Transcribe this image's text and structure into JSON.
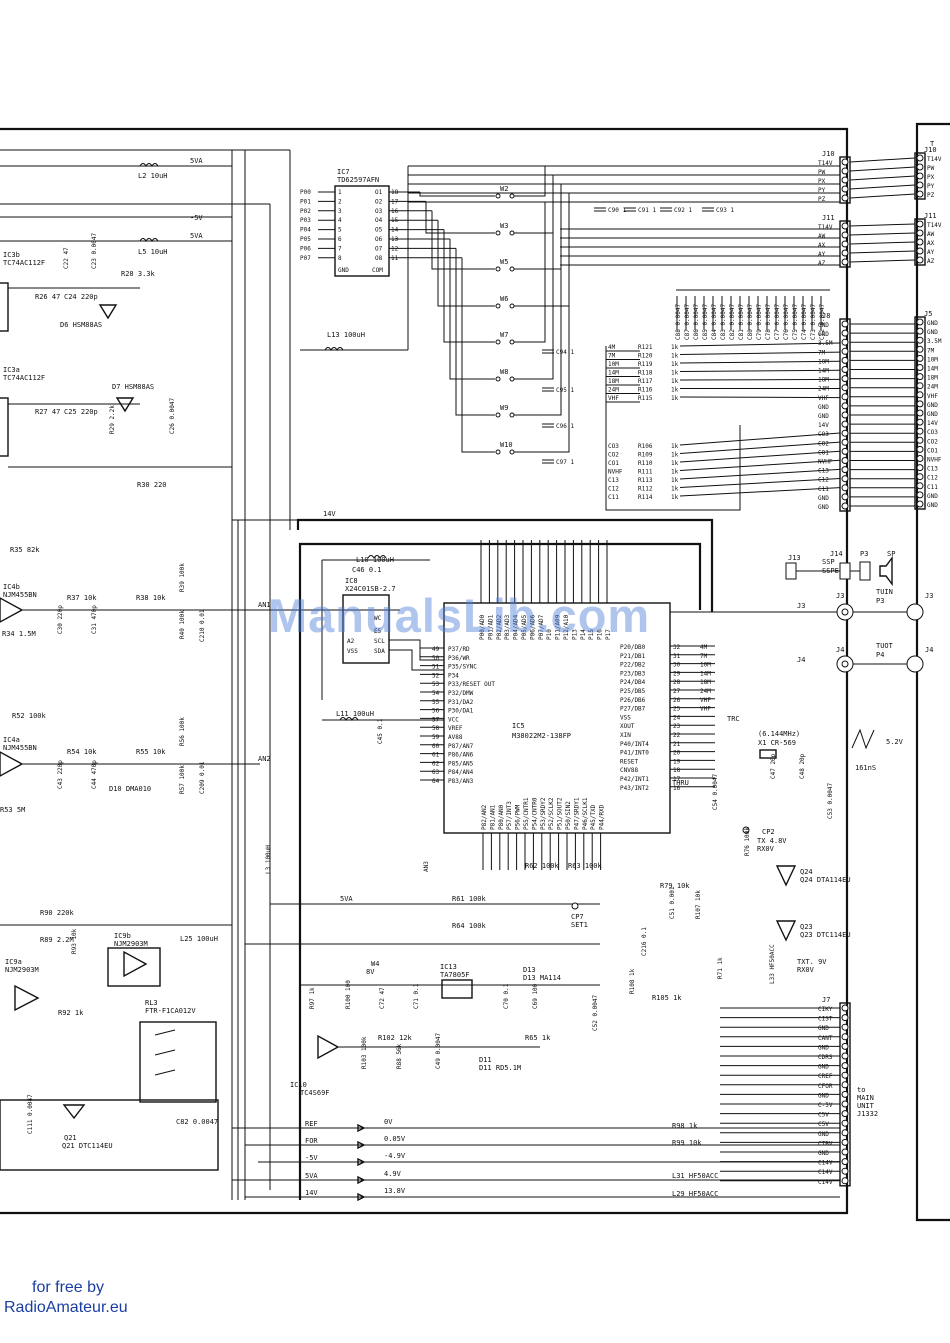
{
  "watermark": "ManualsLib.com",
  "footer": {
    "line1": "for free by",
    "line2": "RadioAmateur.eu"
  },
  "ics": {
    "ic7": {
      "ref": "IC7",
      "part": "TD62597AFN",
      "left_pins": [
        "P00",
        "P01",
        "P02",
        "P03",
        "P04",
        "P05",
        "P06",
        "P07"
      ],
      "right_pins": [
        "O1",
        "O2",
        "O3",
        "O4",
        "O5",
        "O6",
        "O7",
        "O8"
      ],
      "gnd": "GND",
      "com": "COM"
    },
    "ic5": {
      "ref": "IC5",
      "part": "M38022M2-138FP",
      "left_pins": [
        "P37/RD",
        "P36/WR",
        "P35/SYNC",
        "P34",
        "P33/RESET OUT",
        "P32/DMW",
        "P31/DA2",
        "P30/DA1",
        "VCC",
        "VREF",
        "AV88",
        "P87/AN7",
        "P86/AN6",
        "P85/AN5",
        "P84/AN4",
        "P83/AN3"
      ],
      "right_pins": [
        "P20/DB0",
        "P21/DB1",
        "P22/DB2",
        "P23/DB3",
        "P24/DB4",
        "P25/DB5",
        "P26/DB6",
        "P27/DB7",
        "VSS",
        "XOUT",
        "XIN",
        "P40/INT4",
        "P41/INT0",
        "RESET",
        "CNV88",
        "P42/INT1",
        "P43/INT2"
      ],
      "top_pins": [
        "P00/AD0",
        "P01/AD1",
        "P02/AD2",
        "P03/AD3",
        "P04/AD4",
        "P05/AD5",
        "P06/AD6",
        "P07/AD7",
        "P10",
        "P11/A09",
        "P12/A10",
        "P13",
        "P14",
        "P15",
        "P16",
        "P17"
      ],
      "bottom_pins": [
        "P82/AN2",
        "P81/AN1",
        "P80/AN0",
        "P57/INT3",
        "P56/PWM",
        "P55/CNTR1",
        "P54/CNTR0",
        "P53/SRDY2",
        "P52/SCLK2",
        "P51/SOUT2",
        "P50/SIN2",
        "P47/SRDY1",
        "P46/SCLK1",
        "P45/TXD",
        "P44/RXD"
      ]
    },
    "ic8": {
      "ref": "IC8",
      "part": "X24C01SB-2.7",
      "pins": [
        "A2",
        "VSS",
        "WC",
        "E5",
        "SCL",
        "SDA"
      ]
    },
    "ic3b": {
      "ref": "IC3b",
      "part": "TC74AC112F"
    },
    "ic3a": {
      "ref": "IC3a",
      "part": "TC74AC112F"
    },
    "ic4b": {
      "ref": "IC4b",
      "part": "NJM455BN"
    },
    "ic4a": {
      "ref": "IC4a",
      "part": "NJM455BN"
    },
    "ic9a": {
      "ref": "IC9a",
      "part": "NJM2903M"
    },
    "ic9b": {
      "ref": "IC9b",
      "part": "NJM2903M"
    },
    "ic10": {
      "ref": "IC10",
      "part": "TC4S69F"
    },
    "ic13": {
      "ref": "IC13",
      "part": "TA7805F"
    }
  },
  "connectors": {
    "j10": {
      "ref": "J10",
      "pins": [
        "T14V",
        "PW",
        "PX",
        "PY",
        "PZ"
      ]
    },
    "j11": {
      "ref": "J11",
      "pins": [
        "T14V",
        "AW",
        "AX",
        "AY",
        "AZ"
      ]
    },
    "j8": {
      "ref": "J8",
      "pins": [
        "GND",
        "GND",
        "3.5M",
        "7M",
        "10M",
        "14M",
        "18M",
        "24M",
        "VHF",
        "GND",
        "GND",
        "14V",
        "CO3",
        "CO2",
        "CO1",
        "NVHF",
        "C13",
        "C12",
        "C11",
        "GND",
        "GND"
      ]
    },
    "j5": {
      "ref": "J5",
      "pins": [
        "GND",
        "GND",
        "3.5M",
        "7M",
        "10M",
        "14M",
        "18M",
        "24M",
        "VHF",
        "GND",
        "GND",
        "14V",
        "CO3",
        "CO2",
        "CO1",
        "NVHF",
        "C13",
        "C12",
        "C11",
        "GND",
        "GND"
      ]
    },
    "j7": {
      "ref": "J7",
      "pins": [
        "CIKY",
        "CIST",
        "GND",
        "CANT",
        "GND",
        "CDRS",
        "GND",
        "CREF",
        "CFOR",
        "GND",
        "C-5V",
        "C5V",
        "C5V",
        "GND",
        "CTBV",
        "GND",
        "C14V",
        "C14V",
        "C14V"
      ]
    },
    "j10r": {
      "ref": "J10",
      "pins": [
        "T14V",
        "PW",
        "PX",
        "PY",
        "PZ"
      ]
    },
    "j11r": {
      "ref": "J11",
      "pins": [
        "T14V",
        "AW",
        "AX",
        "AY",
        "AZ"
      ]
    },
    "j13": {
      "ref": "J13"
    },
    "j14": {
      "ref": "J14",
      "pins": [
        "SSP",
        "SSPE"
      ]
    },
    "j3": {
      "ref": "J3"
    },
    "j4": {
      "ref": "J4"
    },
    "p3": {
      "ref": "P3",
      "label": "TUIN"
    },
    "p4": {
      "ref": "P4",
      "label": "TUOT"
    },
    "sp": {
      "ref": "SP"
    },
    "main_unit": [
      "to",
      "MAIN",
      "UNIT",
      "J1332"
    ]
  },
  "resistors": {
    "r121": {
      "ref": "R121",
      "val": "1k",
      "sig": "4M"
    },
    "r120": {
      "ref": "R120",
      "val": "1k",
      "sig": "7M"
    },
    "r119": {
      "ref": "R119",
      "val": "1k",
      "sig": "10M"
    },
    "r118": {
      "ref": "R118",
      "val": "1k",
      "sig": "14M"
    },
    "r117": {
      "ref": "R117",
      "val": "1k",
      "sig": "18M"
    },
    "r116": {
      "ref": "R116",
      "val": "1k",
      "sig": "24M"
    },
    "r115": {
      "ref": "R115",
      "val": "1k",
      "sig": "VHF"
    },
    "r106": {
      "ref": "R106",
      "val": "1k",
      "sig": "CO3"
    },
    "r109": {
      "ref": "R109",
      "val": "1k",
      "sig": "CO2"
    },
    "r110": {
      "ref": "R110",
      "val": "1k",
      "sig": "CO1"
    },
    "r111": {
      "ref": "R111",
      "val": "1k",
      "sig": "NVHF"
    },
    "r113": {
      "ref": "R113",
      "val": "1k",
      "sig": "C13"
    },
    "r112": {
      "ref": "R112",
      "val": "1k",
      "sig": "C12"
    },
    "r114": {
      "ref": "R114",
      "val": "1k",
      "sig": "C11"
    },
    "r26": "R26 47",
    "r27": "R27 47",
    "r28": "R28 3.3k",
    "r29": "R29 2.2k",
    "r30": "R30 220",
    "r35": "R35 82k",
    "r34": "R34 1.5M",
    "r37": "R37 10k",
    "r38": "R38 10k",
    "r39": "R39 100k",
    "r40": "R40 100k",
    "r52": "R52 100k",
    "r54": "R54 10k",
    "r55": "R55 10k",
    "r56": "R56 100k",
    "r57": "R57 100k",
    "r53": "R53 5M",
    "r90": "R90 220k",
    "r89": "R89 2.2M",
    "r93": "R93 10k",
    "r92": "R92 1k",
    "r61": "R61 100k",
    "r64": "R64 100k",
    "r62": "R62 100k",
    "r63": "R63 100k",
    "r79": "R79 10k",
    "r107": "R107 10k",
    "r105": "R105 1k",
    "r108": "R108 1k",
    "r71": "R71 1k",
    "r76": "R76 100k",
    "r97": "R97 1k",
    "r100": "R100 100",
    "r102": "R102 12k",
    "r103": "R103 100k",
    "r88": "R88 56k",
    "r65": "R65 1k",
    "r98": "R98 1k",
    "r99": "R99 10k"
  },
  "caps": {
    "row": [
      "C88 0.0047",
      "C87 0.0047",
      "C86 0.0047",
      "C85 0.0047",
      "C84 0.0047",
      "C83 0.0047",
      "C82 0.0047",
      "C81 0.0047",
      "C80 0.0047",
      "C79 0.0047",
      "C78 0.0047",
      "C77 0.0047",
      "C76 0.0047",
      "C75 0.0047",
      "C74 0.0047",
      "C73 0.0047",
      "C72 0.0047"
    ],
    "c90": "C90 1",
    "c91": "C91 1",
    "c92": "C92 1",
    "c93": "C93 1",
    "c94": "C94 1",
    "c95": "C95 1",
    "c96": "C96 1",
    "c97": "C97 1",
    "c22": "C22 47",
    "c23": "C23 0.0047",
    "c24": "C24 220p",
    "c25": "C25 220p",
    "c26": "C26 0.0047",
    "c30": "C30 220p",
    "c31": "C31 470p",
    "c210": "C210 0.01",
    "c43": "C43 220p",
    "c44": "C44 470p",
    "c209": "C209 0.01",
    "c46": "C46 0.1",
    "c45": "C45 0.1",
    "c47": "C47 20p",
    "c48": "C48 20p",
    "c54": "C54 0.0047",
    "c53": "C53 0.0047",
    "c51": "C51 0.001",
    "c216": "C216 0.1",
    "c52": "C52 0.0047",
    "c72": "C72 47",
    "c71": "C71 0.1",
    "c70": "C70 0.1",
    "c69": "C69 100",
    "c49": "C49 0.0047",
    "c111": "C111 0.0047",
    "c82": "C82 0.0047"
  },
  "inductors": {
    "l2": "L2 10uH",
    "l5": "L5 10uH",
    "l13": "L13 100uH",
    "l10": "L10 100uH",
    "l11": "L11 100uH",
    "l3": "L3 100uH",
    "l25": "L25 100uH",
    "l31": "L31 HF50ACC",
    "l29": "L29 HF50ACC",
    "l33": "L33 HF50ACC"
  },
  "semis": {
    "d6": "D6 HSM88AS",
    "d7": "D7 HSM88AS",
    "d10": "D10 DMA010",
    "d11": "D11 RD5.1M",
    "d13": "D13 MA114",
    "q24": "Q24 DTA114EU",
    "q23": "Q23 DTC114EU",
    "q21": "Q21 DTC114EU",
    "x1": "X1 CR-569",
    "x1f": "(6.144MHz)",
    "rl3": "RL3",
    "rl3p": "FTR-F1CA012V"
  },
  "rails": {
    "v5a_1": "5VA",
    "vneg5": "-5V",
    "v5a_2": "5VA",
    "v14": "14V",
    "v5a_3": "5VA",
    "rail_labels": [
      "REF",
      "FOR",
      "-5V",
      "5VA",
      "14V"
    ],
    "rail_volts": [
      "0V",
      "0.05V",
      "-4.9V",
      "4.9V",
      "13.8V"
    ],
    "an1": "AN1",
    "an2": "AN2",
    "an3": "AN3",
    "tx": "TX 4.8V",
    "rx": "RX0V",
    "txb": "TXT. 9V",
    "rxb": "RX0V",
    "v52": "5.2V",
    "t": "161nS",
    "trc": "TRC",
    "thru": "THRU",
    "cp2": "CP2",
    "cp7": "CP7",
    "set1": "SET1",
    "w4": "W4",
    "w4v": "8V"
  },
  "jumpers": [
    "W2",
    "W3",
    "W5",
    "W6",
    "W7",
    "W8",
    "W9",
    "W10"
  ],
  "signal_labels": [
    "4M",
    "7M",
    "10M",
    "14M",
    "18M",
    "24M",
    "VHF"
  ],
  "co_labels": [
    "CO3",
    "CO2",
    "CO1",
    "NVHF",
    "C13",
    "C12",
    "C11"
  ]
}
